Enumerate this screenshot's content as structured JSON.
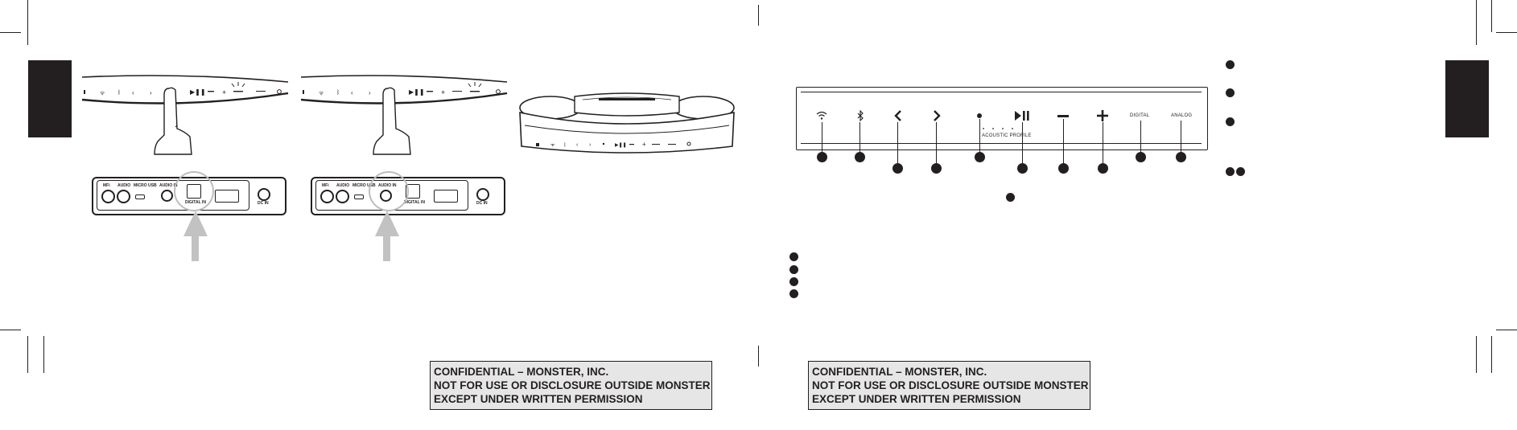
{
  "confidential_notice": {
    "line1": "CONFIDENTIAL – MONSTER, INC.",
    "line2": "NOT FOR USE OR DISCLOSURE OUTSIDE MONSTER",
    "line3": "EXCEPT UNDER WRITTEN PERMISSION"
  },
  "control_panel": {
    "digital_label": "DIGITAL",
    "analog_label": "ANALOG",
    "acoustic_profile_label": "ACOUSTIC PROFILE"
  },
  "rear_panel": {
    "port1": "MFi",
    "port2": "AUDIO",
    "port3": "MICRO USB",
    "port4": "AUDIO IN",
    "digital_in": "DIGITAL IN",
    "dc_in": "DC IN"
  },
  "colors": {
    "ink": "#231f20",
    "notice_bg": "#e6e6e6",
    "arrow": "#c2c2c2"
  }
}
